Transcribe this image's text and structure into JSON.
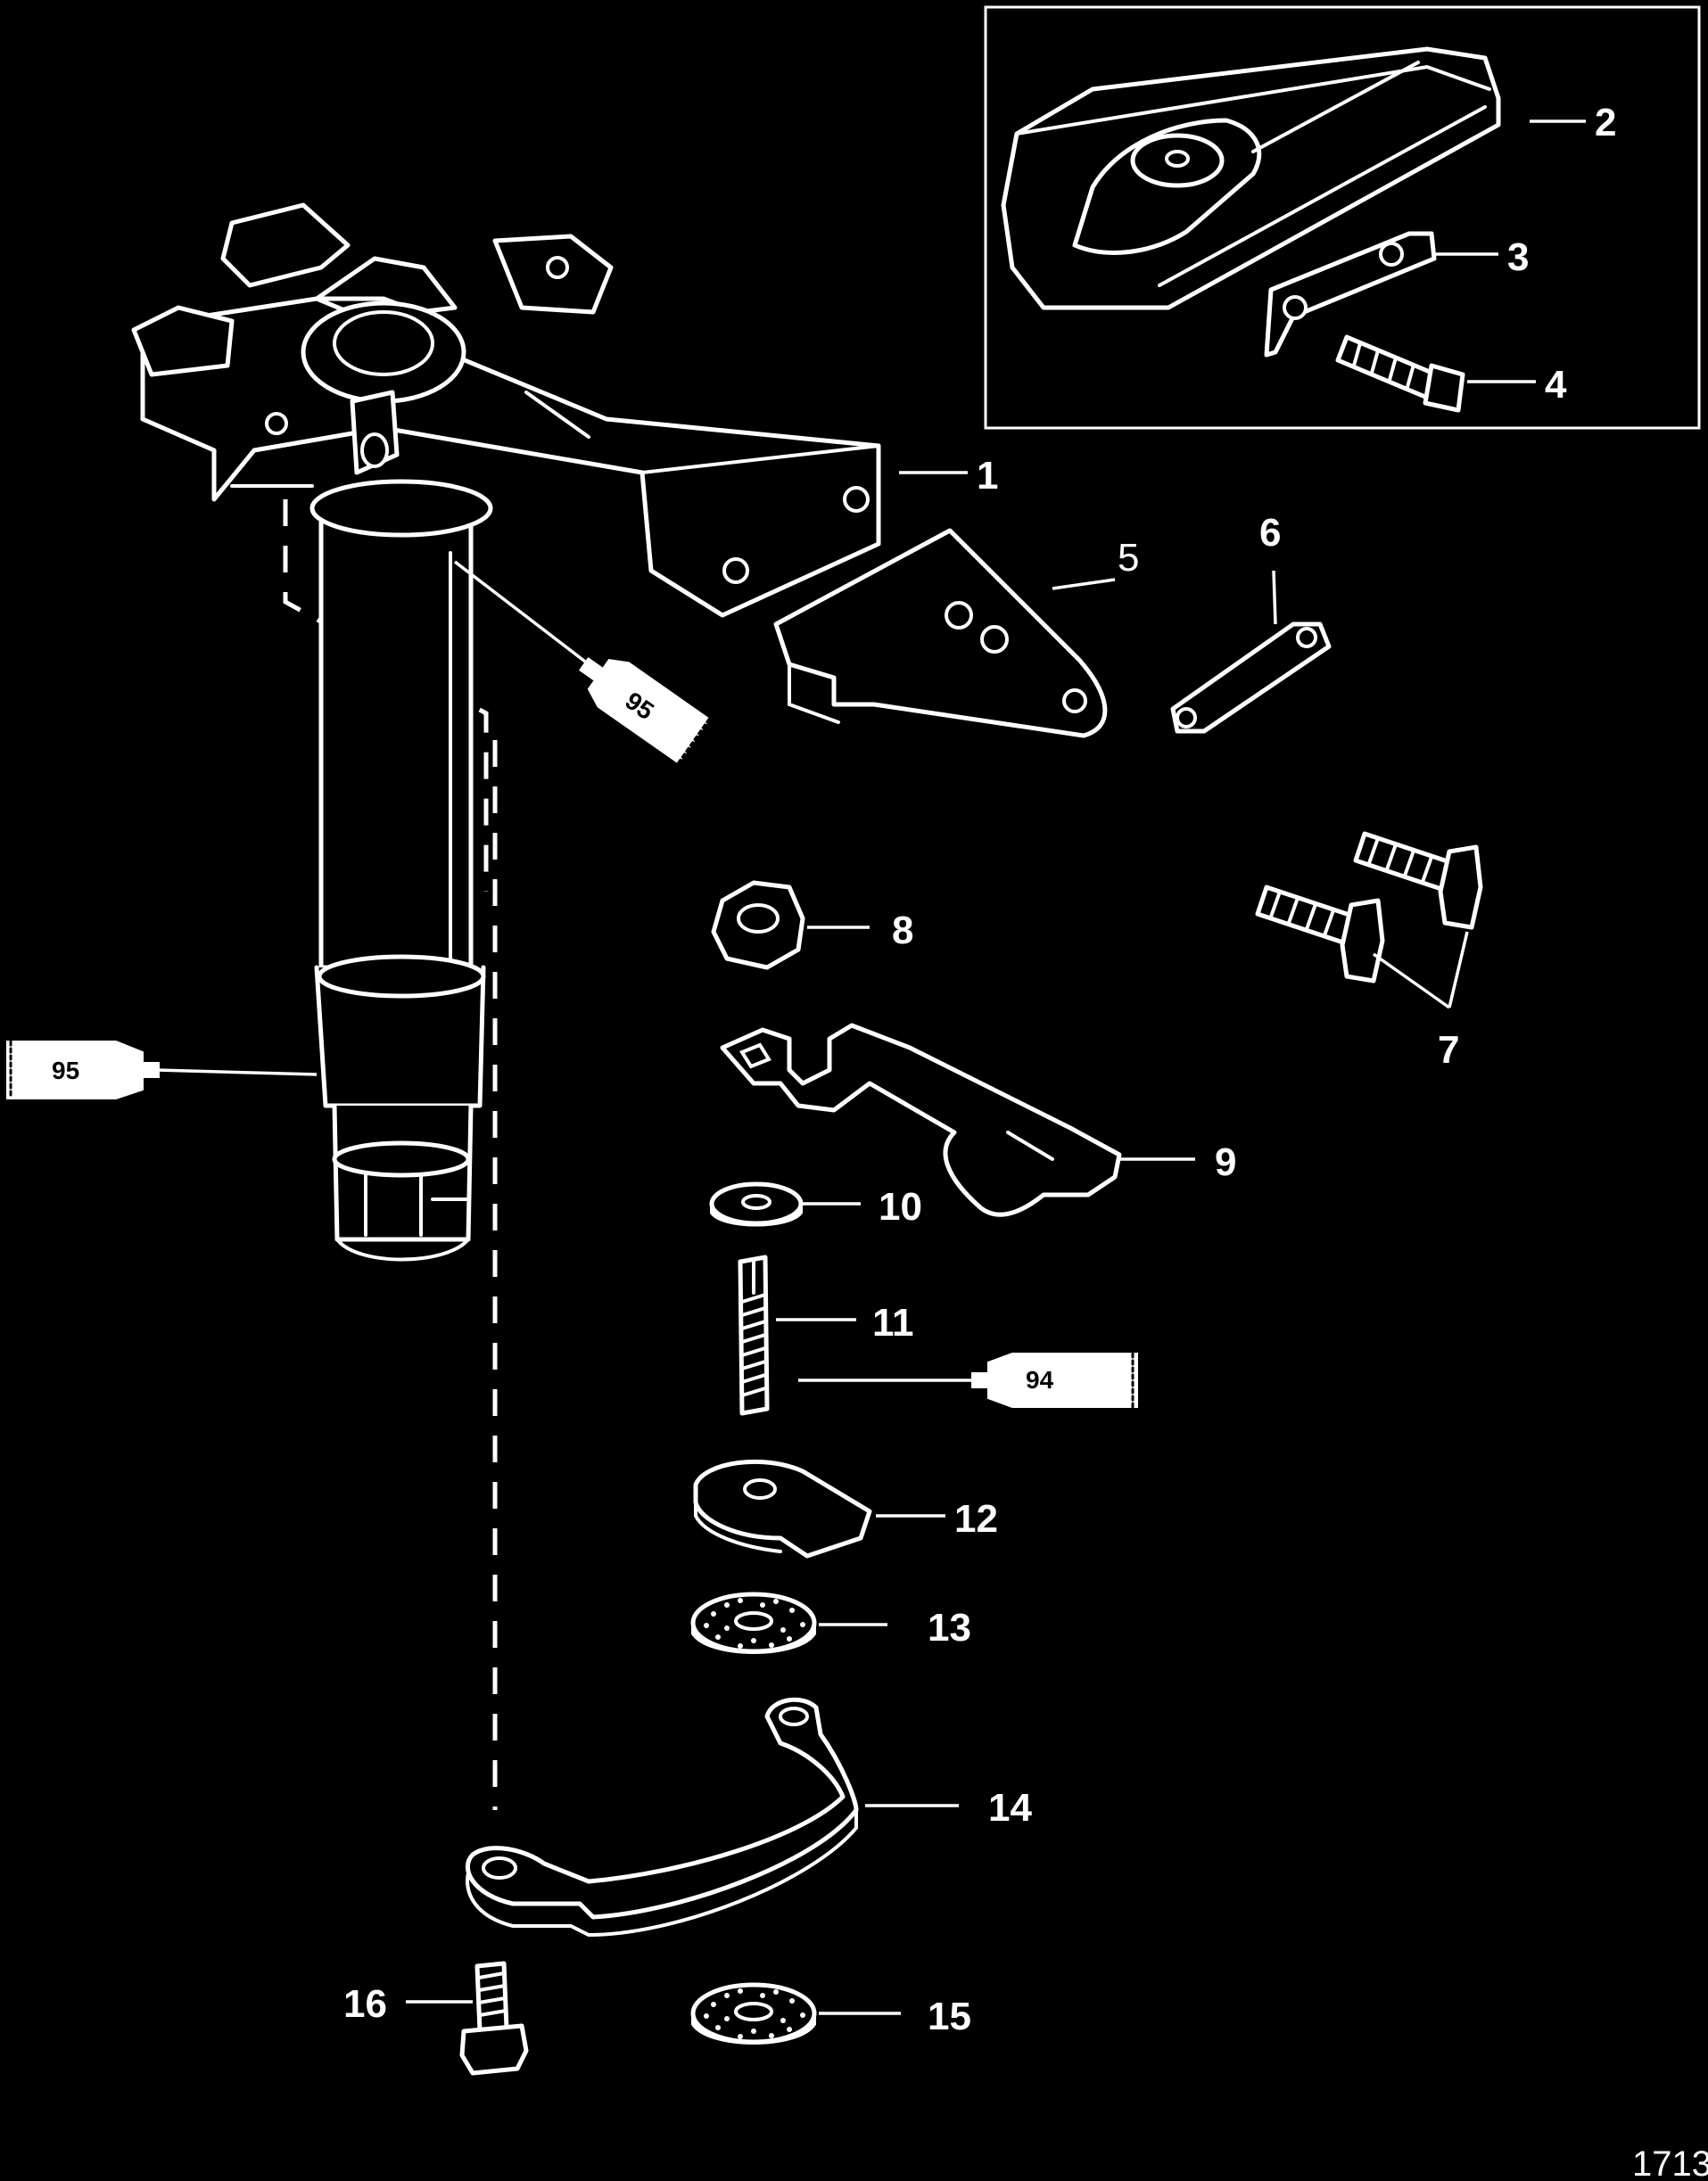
{
  "callouts": {
    "c1": "1",
    "c2": "2",
    "c3": "3",
    "c4": "4",
    "c5": "5",
    "c6": "6",
    "c7": "7",
    "c8": "8",
    "c9": "9",
    "c10": "10",
    "c11": "11",
    "c12": "12",
    "c13": "13",
    "c14": "14",
    "c15": "15",
    "c16": "16"
  },
  "lubricants": {
    "tube_a": "95",
    "tube_b": "95",
    "tube_c": "94"
  },
  "figure_number": "1713",
  "colors": {
    "background": "#000000",
    "line": "#ffffff"
  }
}
